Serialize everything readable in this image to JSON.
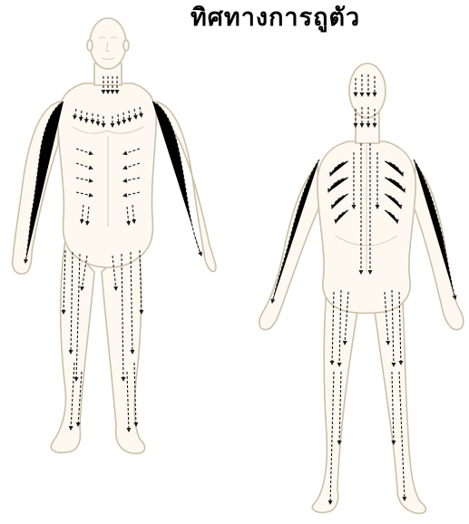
{
  "title": "ทิศทางการถูตัว",
  "colors": {
    "skin_fill": "#fdf9f1",
    "skin_outline": "#cbbfa8",
    "arrow": "#1a1a1a",
    "background": "#ffffff"
  },
  "figures": [
    {
      "name": "front-body",
      "view": "front"
    },
    {
      "name": "back-body",
      "view": "back"
    }
  ]
}
